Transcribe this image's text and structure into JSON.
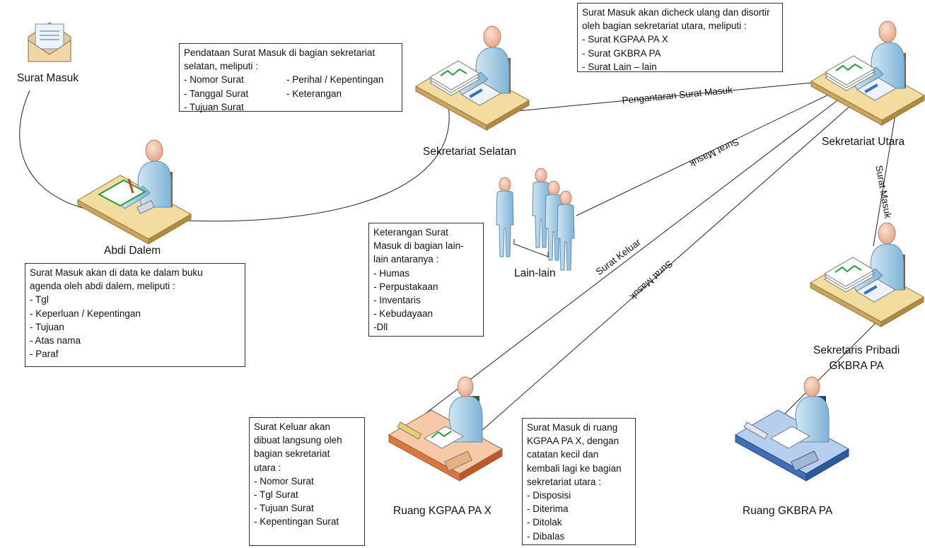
{
  "nodes": {
    "surat_masuk": "Surat Masuk",
    "abdi_dalem": "Abdi Dalem",
    "sekretariat_selatan": "Sekretariat Selatan",
    "sekretariat_utara": "Sekretariat Utara",
    "lain_lain": "Lain-lain",
    "sekretaris_pribadi_1": "Sekretaris Pribadi",
    "sekretaris_pribadi_2": "GKBRA PA",
    "ruang_kgpaa": "Ruang KGPAA PA X",
    "ruang_gkbra": "Ruang GKBRA PA"
  },
  "edges": {
    "pengantaran": "Pengantaran Surat Masuk",
    "surat_masuk_lain": "Surat Masuk",
    "surat_masuk_pribadi": "Surat Masuk",
    "surat_keluar": "Surat Keluar",
    "surat_masuk_kgpaa": "Surat Masuk"
  },
  "notes": {
    "pendataan": {
      "lines": [
        "Pendataan Surat Masuk di bagian sekretariat",
        "selatan, meliputi :"
      ],
      "col1": [
        "- Nomor Surat",
        "- Tanggal Surat",
        "- Tujuan Surat"
      ],
      "col2": [
        "- Perihal / Kepentingan",
        "- Keterangan"
      ]
    },
    "utara": [
      "Surat Masuk akan dicheck ulang dan disortir",
      "oleh bagian sekretariat utara, meliputi :",
      "- Surat KGPAA PA X",
      "- Surat GKBRA PA",
      "- Surat Lain – lain"
    ],
    "abdi": [
      "Surat Masuk akan di data ke dalam buku",
      "agenda oleh abdi dalem, meliputi :",
      "- Tgl",
      "- Keperluan / Kepentingan",
      "- Tujuan",
      "- Atas nama",
      "- Paraf"
    ],
    "lain": [
      "Keterangan Surat",
      "Masuk di bagian lain-",
      "lain antaranya :",
      "- Humas",
      "- Perpustakaan",
      "- Inventaris",
      "- Kebudayaan",
      "-Dll"
    ],
    "keluar": [
      "Surat Keluar akan",
      "dibuat langsung oleh",
      "bagian sekretariat",
      "utara :",
      "- Nomor Surat",
      "- Tgl Surat",
      "- Tujuan Surat",
      "- Kepentingan Surat"
    ],
    "kgpaa": [
      "Surat Masuk di ruang",
      "KGPAA PA X, dengan",
      "catatan kecil dan",
      "kembali lagi ke bagian",
      "sekretariat utara :",
      "- Disposisi",
      "- Diterima",
      "- Ditolak",
      "- Dibalas"
    ]
  },
  "colors": {
    "desk_top": "#f3dca0",
    "desk_side": "#c9a560",
    "desk_orange": "#f0a878",
    "desk_blue": "#9bb8e0",
    "person_body": "#a8cfe6",
    "skin": "#f4c2a8",
    "line": "#222222"
  }
}
